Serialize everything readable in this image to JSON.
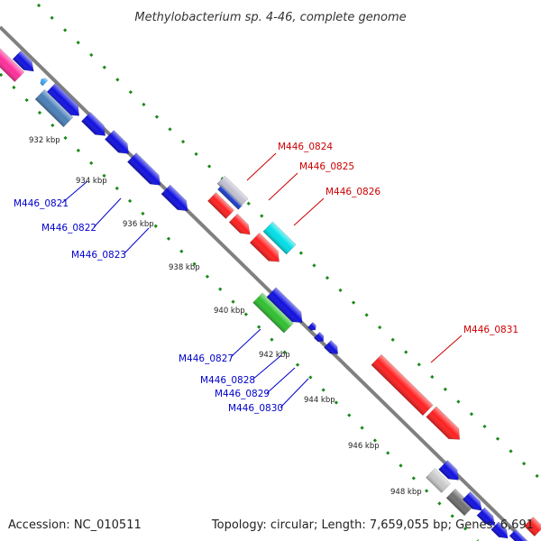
{
  "title": "Methylobacterium sp. 4-46, complete genome",
  "accession_text": "Accession: NC_010511",
  "summary_text": "Topology: circular; Length: 7,659,055 bp; Genes: 6,691",
  "colors": {
    "backbone": "#808080",
    "dots": "#1a8a1a",
    "label_forward": "#cc0000",
    "label_reverse": "#0000cc"
  },
  "ticks": [
    "932 kbp",
    "934 kbp",
    "936 kbp",
    "938 kbp",
    "940 kbp",
    "942 kbp",
    "944 kbp",
    "946 kbp",
    "948 kbp"
  ],
  "forward_genes": [
    {
      "id": "M446_0824",
      "color": "#c0c0d0"
    },
    {
      "id": "M446_0825",
      "color": "#1a3cc8"
    },
    {
      "id": "M446_0826",
      "color": "#00e0e8"
    },
    {
      "id": "M446_0831",
      "color": "#ff2020"
    }
  ],
  "reverse_genes": [
    {
      "id": "M446_0821",
      "color": "#1010e0"
    },
    {
      "id": "M446_0822",
      "color": "#1010e0"
    },
    {
      "id": "M446_0823",
      "color": "#1010e0"
    },
    {
      "id": "M446_0827",
      "color": "#30c030"
    },
    {
      "id": "M446_0828",
      "color": "#1010e0"
    },
    {
      "id": "M446_0829",
      "color": "#1010e0"
    },
    {
      "id": "M446_0830",
      "color": "#1010e0"
    }
  ]
}
